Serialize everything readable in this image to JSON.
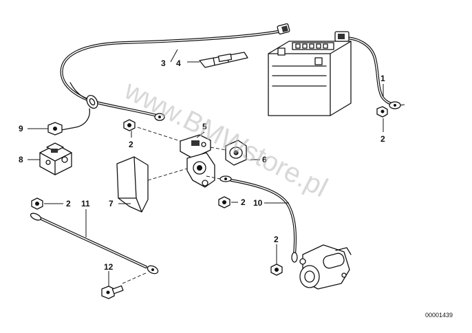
{
  "diagram": {
    "callouts": [
      {
        "id": "c1",
        "label": "1"
      },
      {
        "id": "c2a",
        "label": "2"
      },
      {
        "id": "c3",
        "label": "3"
      },
      {
        "id": "c4",
        "label": "4"
      },
      {
        "id": "c2b",
        "label": "2"
      },
      {
        "id": "c5",
        "label": "5"
      },
      {
        "id": "c6",
        "label": "6"
      },
      {
        "id": "c9",
        "label": "9"
      },
      {
        "id": "c8",
        "label": "8"
      },
      {
        "id": "c7",
        "label": "7"
      },
      {
        "id": "c2c",
        "label": "2"
      },
      {
        "id": "c11",
        "label": "11"
      },
      {
        "id": "c2d",
        "label": "2"
      },
      {
        "id": "c10",
        "label": "10"
      },
      {
        "id": "c2e",
        "label": "2"
      },
      {
        "id": "c12",
        "label": "12"
      }
    ],
    "document_number": "00001439",
    "watermark": "www.BMWstore.pl"
  }
}
